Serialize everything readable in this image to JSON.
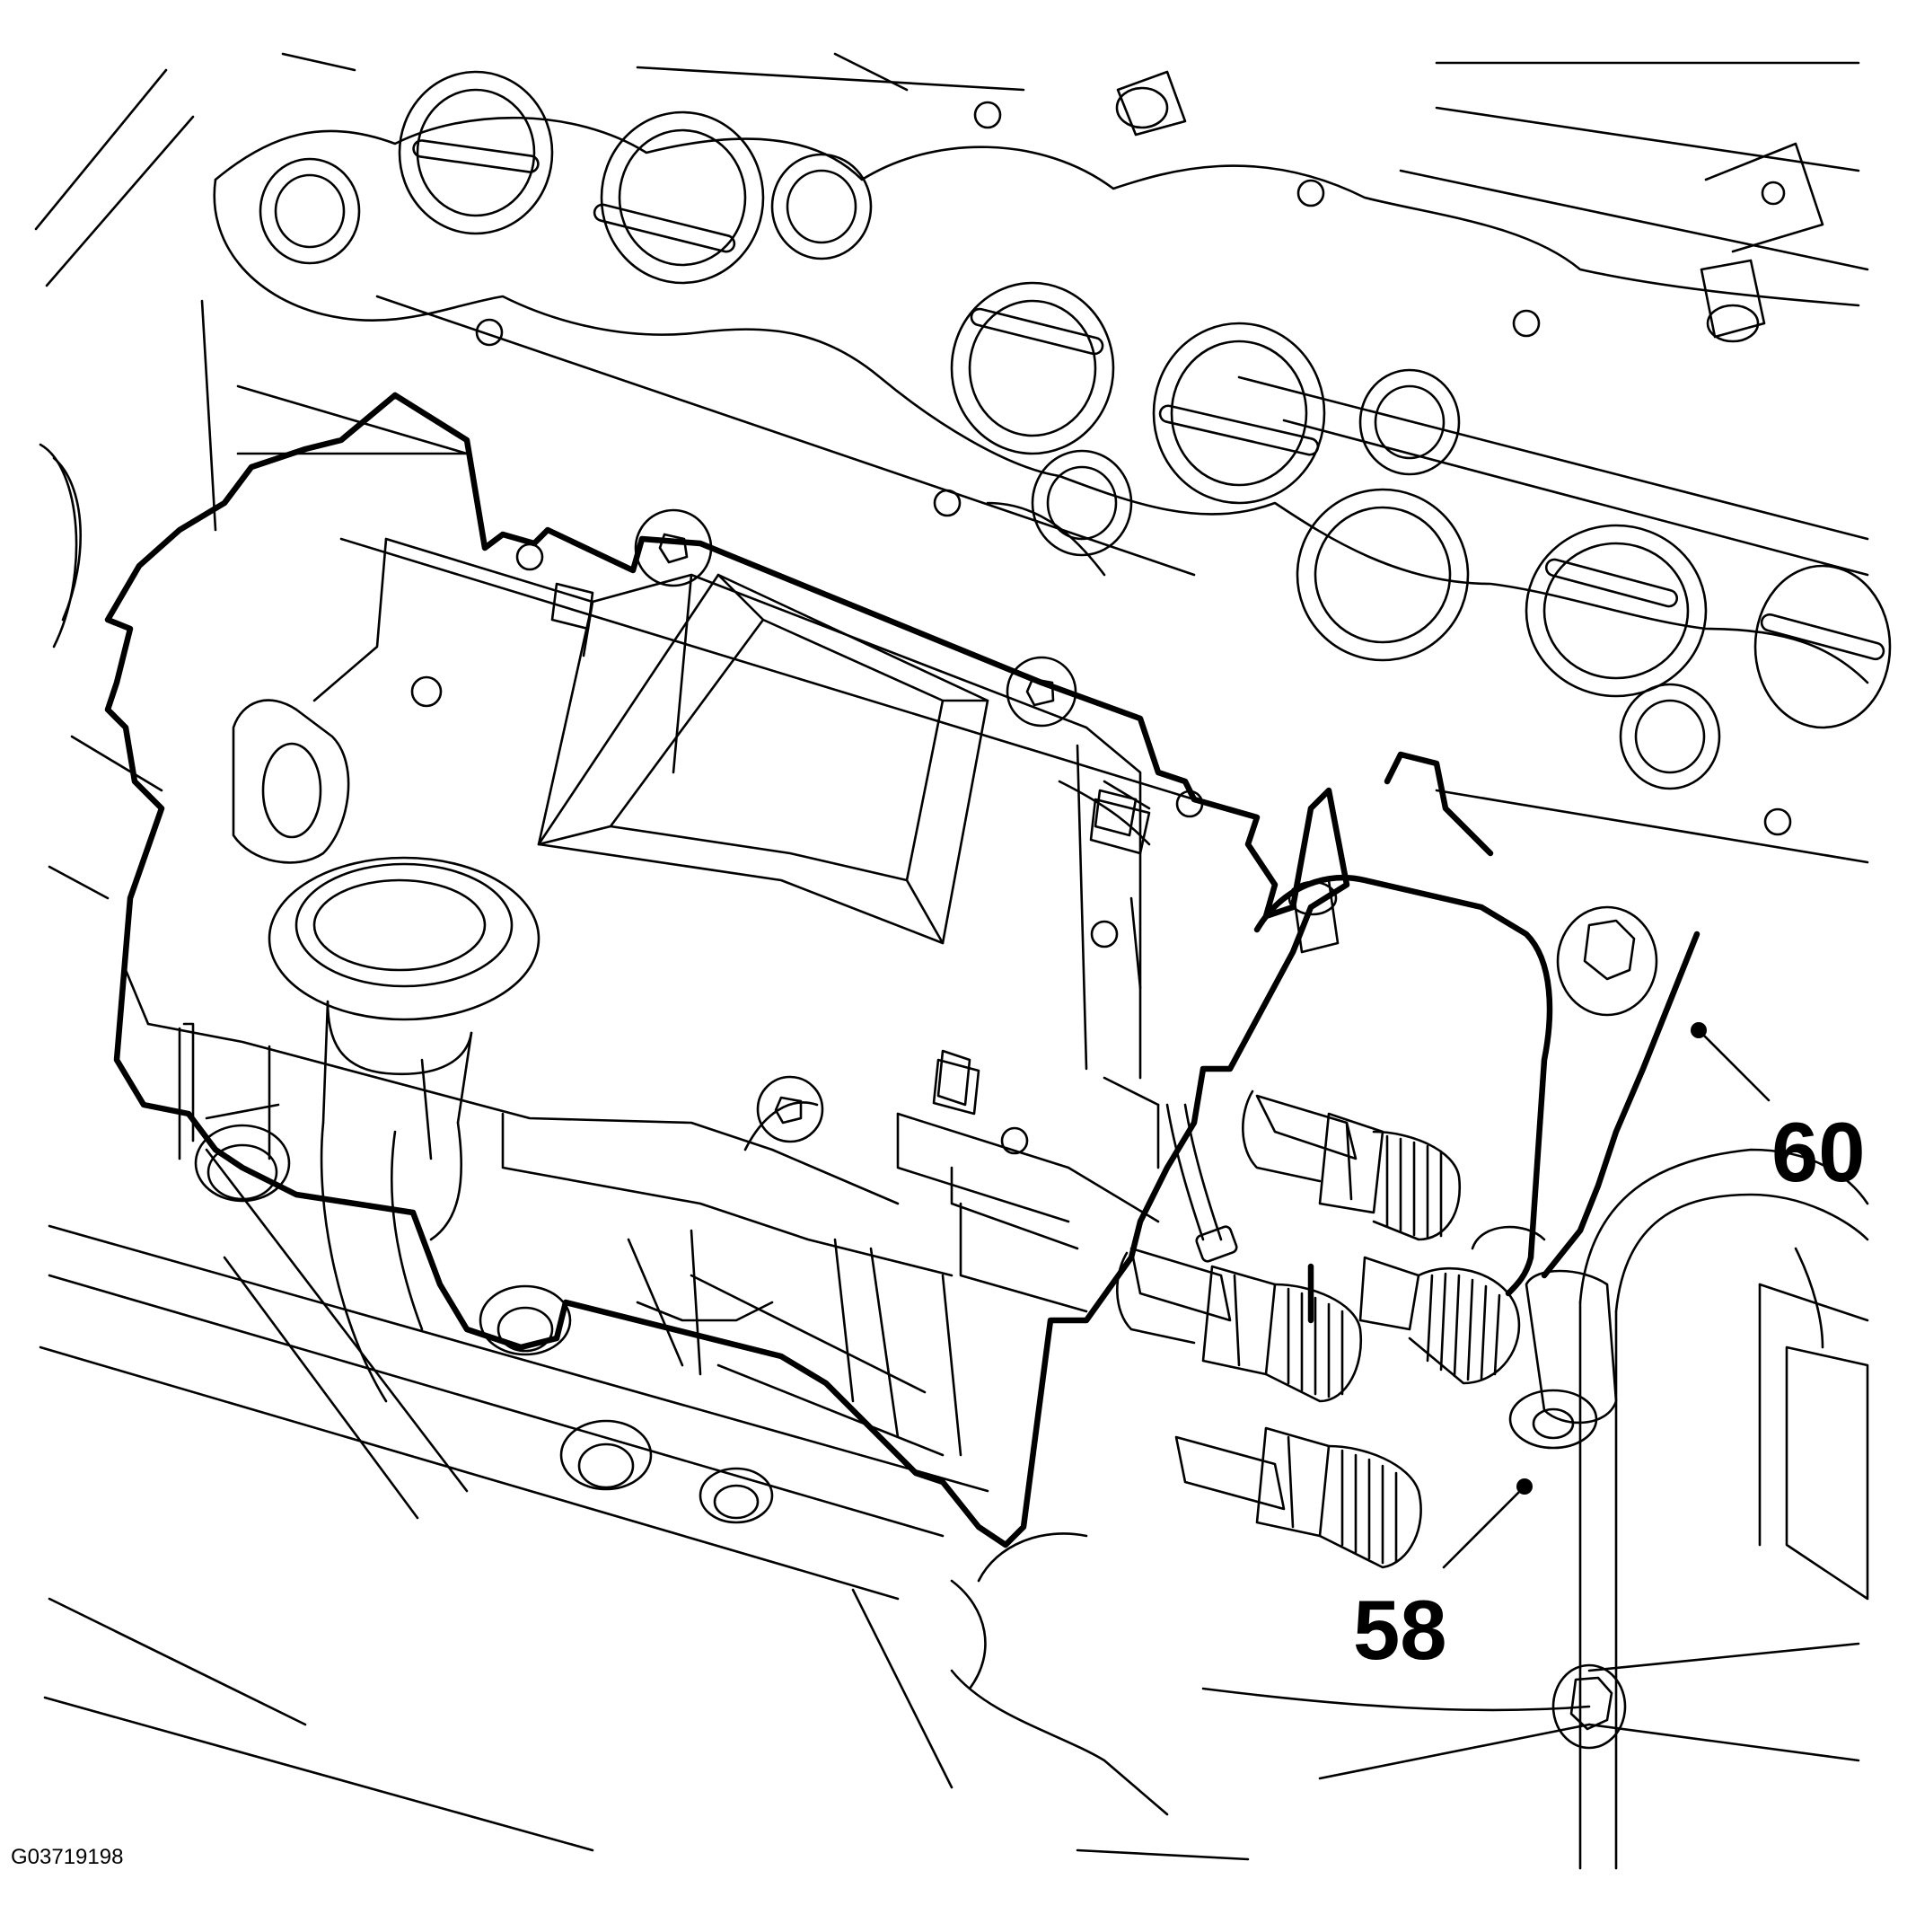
{
  "figure": {
    "figure_id": "G03719198",
    "callouts": [
      {
        "number": "60",
        "target": "gasket-seal"
      },
      {
        "number": "58",
        "target": "fuel-line-fittings"
      }
    ]
  }
}
